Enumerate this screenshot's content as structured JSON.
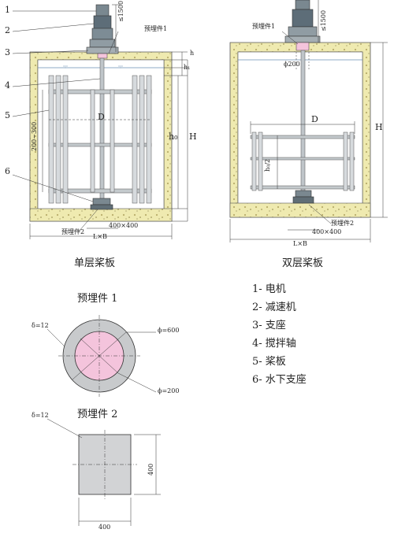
{
  "single_layer": {
    "caption": "单层桨板",
    "callouts": [
      "1",
      "2",
      "3",
      "4",
      "5",
      "6"
    ],
    "embedded_part_1": "预埋件1",
    "embedded_part_2": "预埋件2",
    "dim_height_limit": "≤1500",
    "dim_h": "h",
    "dim_h1": "h₁",
    "dim_h0": "h₀",
    "dim_H": "H",
    "dim_D": "D",
    "dim_spacing": "200~300",
    "dim_base": "400×400",
    "dim_LB": "L×B"
  },
  "double_layer": {
    "caption": "双层桨板",
    "embedded_part_1": "预埋件1",
    "embedded_part_2": "预埋件2",
    "dim_height_limit": "≤1500",
    "dim_phi": "ϕ200",
    "dim_D": "D",
    "dim_h0_half": "h₀/2",
    "dim_H": "H",
    "dim_base": "400×400",
    "dim_LB": "L×B"
  },
  "legend": [
    "1- 电机",
    "2- 减速机",
    "3- 支座",
    "4- 搅拌轴",
    "5- 桨板",
    "6- 水下支座"
  ],
  "detail_1": {
    "title": "预埋件 1",
    "delta": "δ=12",
    "outer": "ϕ=600",
    "inner": "ϕ=200"
  },
  "detail_2": {
    "title": "预埋件 2",
    "delta": "δ=12",
    "side_h": "400",
    "side_w": "400"
  },
  "colors": {
    "concrete": "#f1ebae",
    "water_line": "#6a8fb5",
    "pink": "#f4c4dc",
    "gray_ring": "#c8cacc",
    "plate_gray": "#d2d3d5"
  }
}
